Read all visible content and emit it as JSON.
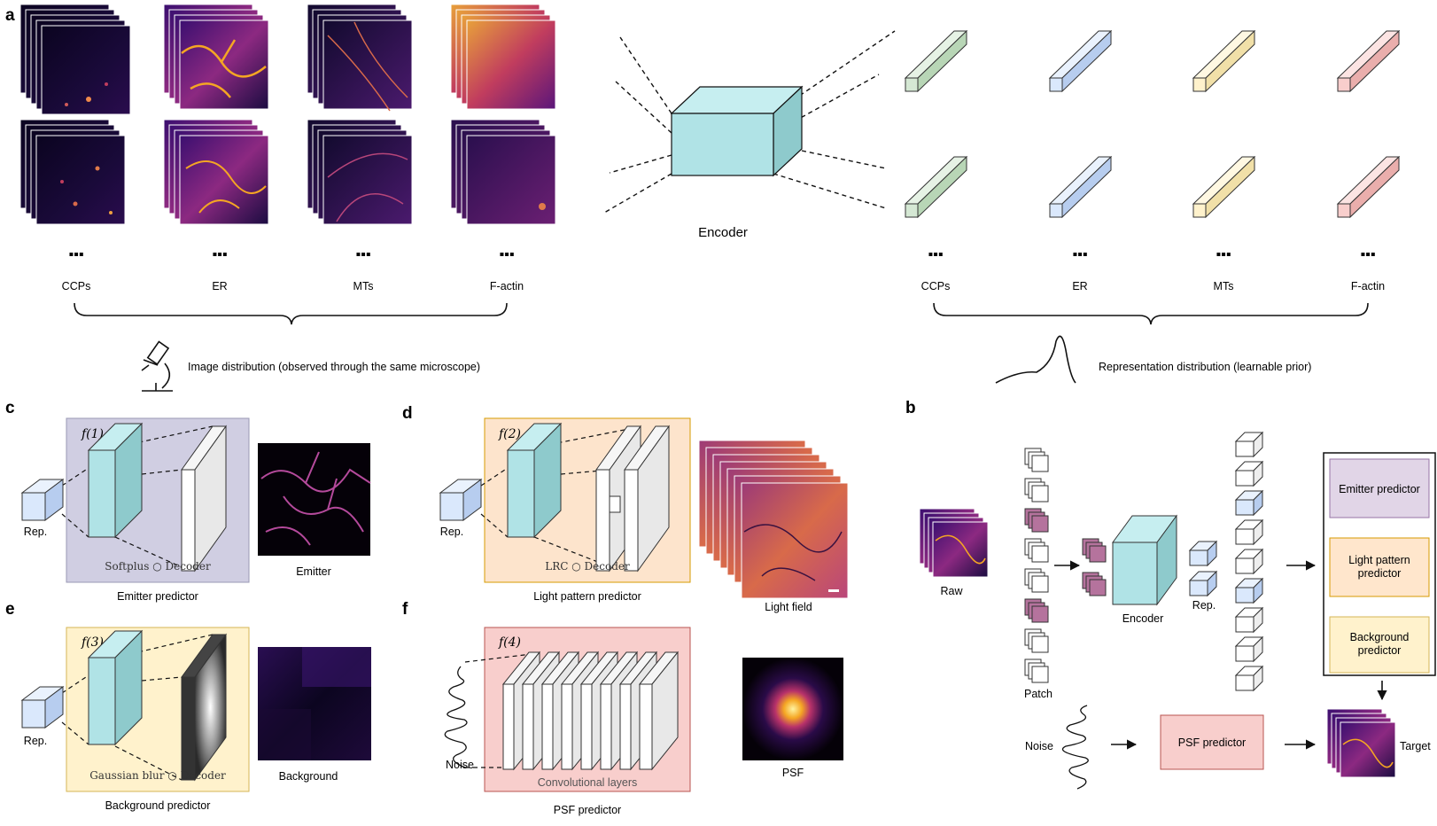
{
  "panels": {
    "a": "a",
    "b": "b",
    "c": "c",
    "d": "d",
    "e": "e",
    "f": "f"
  },
  "panel_a": {
    "image_labels": [
      "CCPs",
      "ER",
      "MTs",
      "F-actin"
    ],
    "rep_labels": [
      "CCPs",
      "ER",
      "MTs",
      "F-actin"
    ],
    "ellipsis": "▪▪▪",
    "encoder": "Encoder",
    "image_distribution": "Image distribution (observed through the same microscope)",
    "representation_distribution": "Representation distribution (learnable prior)",
    "rep_colors": [
      "#d5e8d4",
      "#dae8fc",
      "#fff2cc",
      "#f8cecc"
    ]
  },
  "panel_c": {
    "f": "f(1)",
    "rep": "Rep.",
    "op": "Softplus ○ Decoder",
    "output": "Emitter",
    "caption": "Emitter predictor",
    "bg": "#d0cee2"
  },
  "panel_d": {
    "f": "f(2)",
    "rep": "Rep.",
    "op": "LRC ○ Decoder",
    "output": "Light field",
    "caption": "Light pattern predictor",
    "bg": "#fde4cc"
  },
  "panel_e": {
    "f": "f(3)",
    "rep": "Rep.",
    "op": "Gaussian blur ○ Decoder",
    "output": "Background",
    "caption": "Background predictor",
    "bg": "#fff2cc"
  },
  "panel_f": {
    "f": "f(4)",
    "noise": "Noise",
    "op": "Convolutional layers",
    "output": "PSF",
    "caption": "PSF predictor",
    "bg": "#f8cecc"
  },
  "panel_b": {
    "raw": "Raw",
    "patch": "Patch",
    "encoder": "Encoder",
    "rep": "Rep.",
    "noise": "Noise",
    "target": "Target",
    "predictors": [
      "Emitter predictor",
      "Light pattern predictor",
      "Background predictor"
    ],
    "psf_predictor": "PSF predictor"
  },
  "colors": {
    "encoder": "#b0e3e6",
    "encoder_dark": "#8ecacc",
    "patch_masked": "#b5739d"
  }
}
